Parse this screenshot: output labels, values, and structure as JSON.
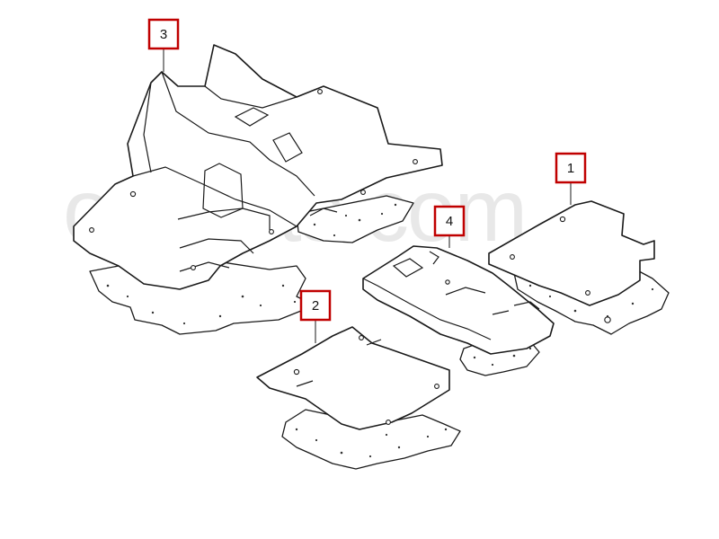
{
  "watermark": "oriparts.com",
  "callouts": [
    {
      "id": "part-1",
      "label": "1"
    },
    {
      "id": "part-2",
      "label": "2"
    },
    {
      "id": "part-3",
      "label": "3"
    },
    {
      "id": "part-4",
      "label": "4"
    }
  ],
  "colors": {
    "callout_border": "#c00000",
    "line": "#1a1a1a",
    "watermark": "#d6d6d6"
  }
}
